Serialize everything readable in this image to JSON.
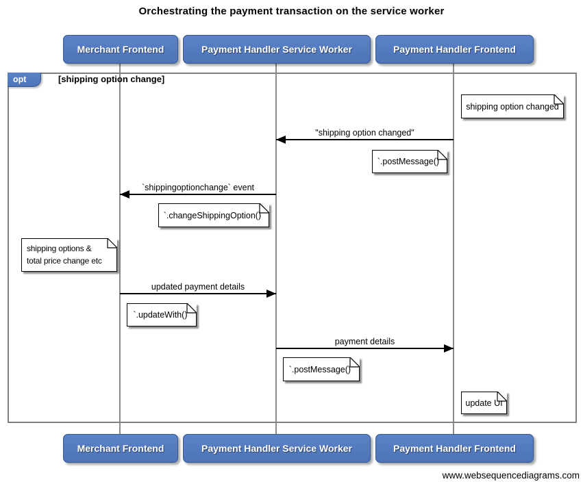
{
  "title": "Orchestrating the payment transaction on the service worker",
  "footer": "www.websequencediagrams.com",
  "colors": {
    "actor_fill": "#4d74b9",
    "actor_border": "#36568c",
    "frame_border": "#7f7f7f",
    "lifeline": "#8c8c8c",
    "note_background": "#ffffff",
    "line": "#000000"
  },
  "actors": [
    {
      "id": "merchant-frontend",
      "label": "Merchant Frontend"
    },
    {
      "id": "payment-handler-service-worker",
      "label": "Payment Handler Service Worker"
    },
    {
      "id": "payment-handler-frontend",
      "label": "Payment Handler Frontend"
    }
  ],
  "fragment": {
    "operator": "opt",
    "guard": "[shipping option change]"
  },
  "messages": [
    {
      "label": "\"shipping option changed\"",
      "from": "payment-handler-frontend",
      "to": "payment-handler-service-worker"
    },
    {
      "label": "`shippingoptionchange` event",
      "from": "payment-handler-service-worker",
      "to": "merchant-frontend"
    },
    {
      "label": "updated payment details",
      "from": "merchant-frontend",
      "to": "payment-handler-service-worker"
    },
    {
      "label": "payment details",
      "from": "payment-handler-service-worker",
      "to": "payment-handler-frontend"
    }
  ],
  "notes": [
    {
      "text": "shipping option changed",
      "over": "payment-handler-frontend"
    },
    {
      "text": "`.postMessage()`",
      "over": "payment-handler-service-worker"
    },
    {
      "text": "`.changeShippingOption()`",
      "over": "merchant-frontend"
    },
    {
      "text": "shipping options &\ntotal price change etc",
      "over": "merchant-frontend"
    },
    {
      "text": "`.updateWith()`",
      "over": "merchant-frontend"
    },
    {
      "text": "`.postMessage()`",
      "over": "payment-handler-service-worker"
    },
    {
      "text": "update UI",
      "over": "payment-handler-frontend"
    }
  ]
}
